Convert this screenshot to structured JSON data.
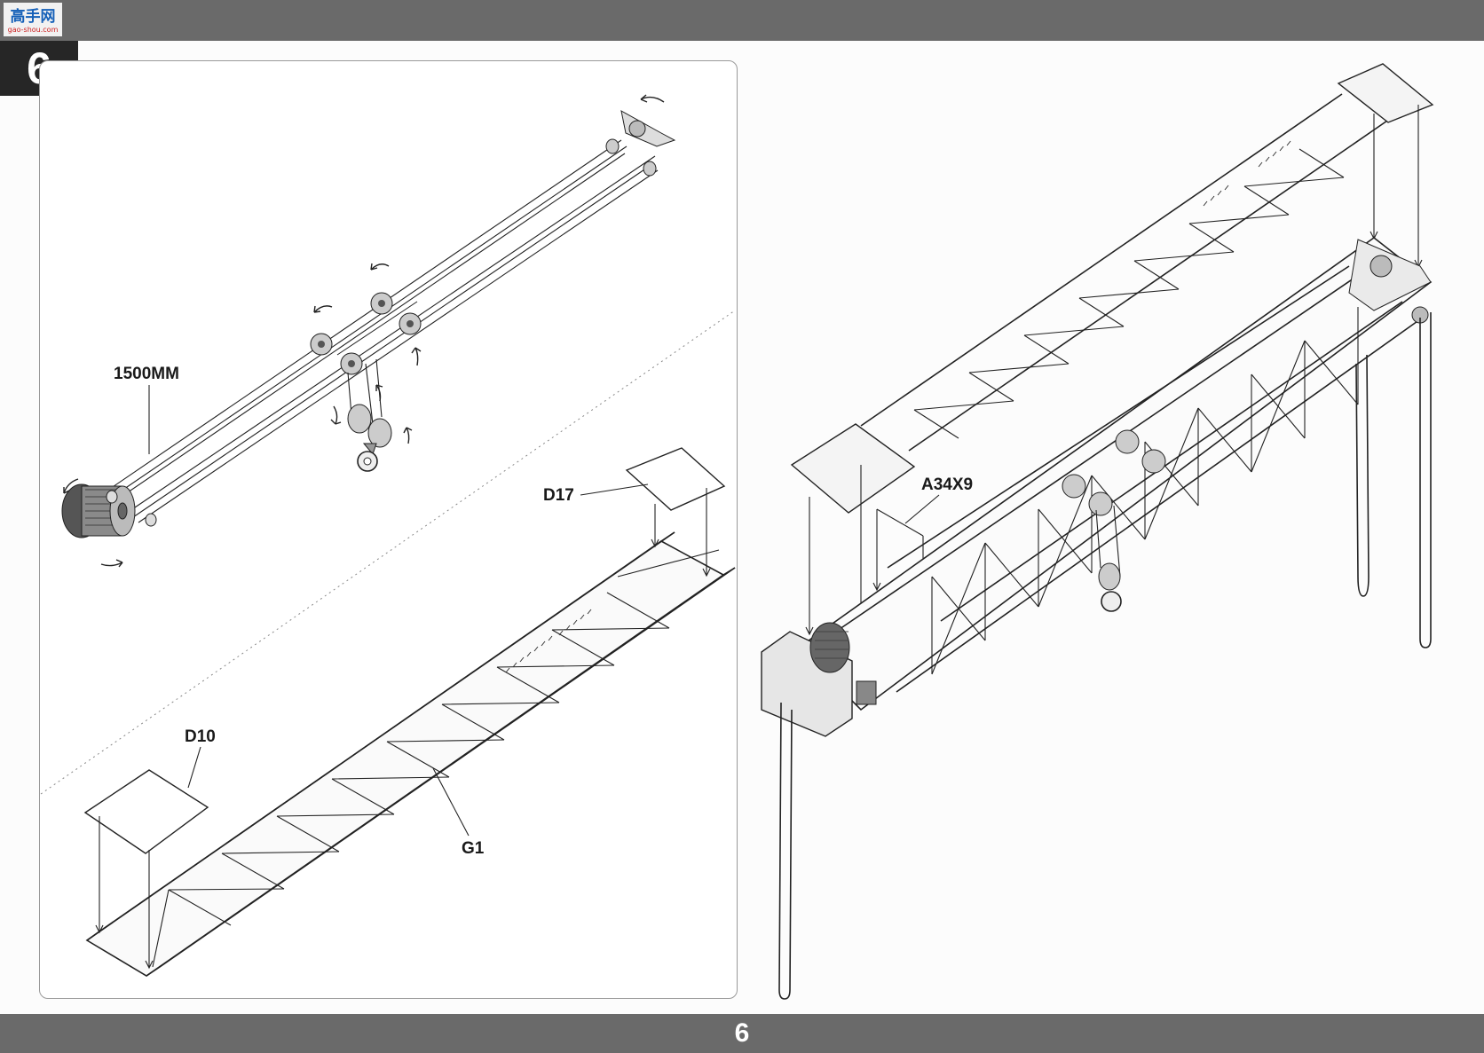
{
  "header": {
    "logo_text": "高手网",
    "logo_subtext": "gao-shou.com"
  },
  "step": {
    "number": "6"
  },
  "left_panel": {
    "labels": {
      "cable": "1500MM",
      "d17": "D17",
      "d10": "D10",
      "g1": "G1"
    }
  },
  "right_panel": {
    "labels": {
      "a34": "A34X9"
    }
  },
  "footer": {
    "page_number": "6"
  },
  "colors": {
    "bar": "#6a6a6a",
    "step_box": "#262626",
    "line": "#222222"
  }
}
